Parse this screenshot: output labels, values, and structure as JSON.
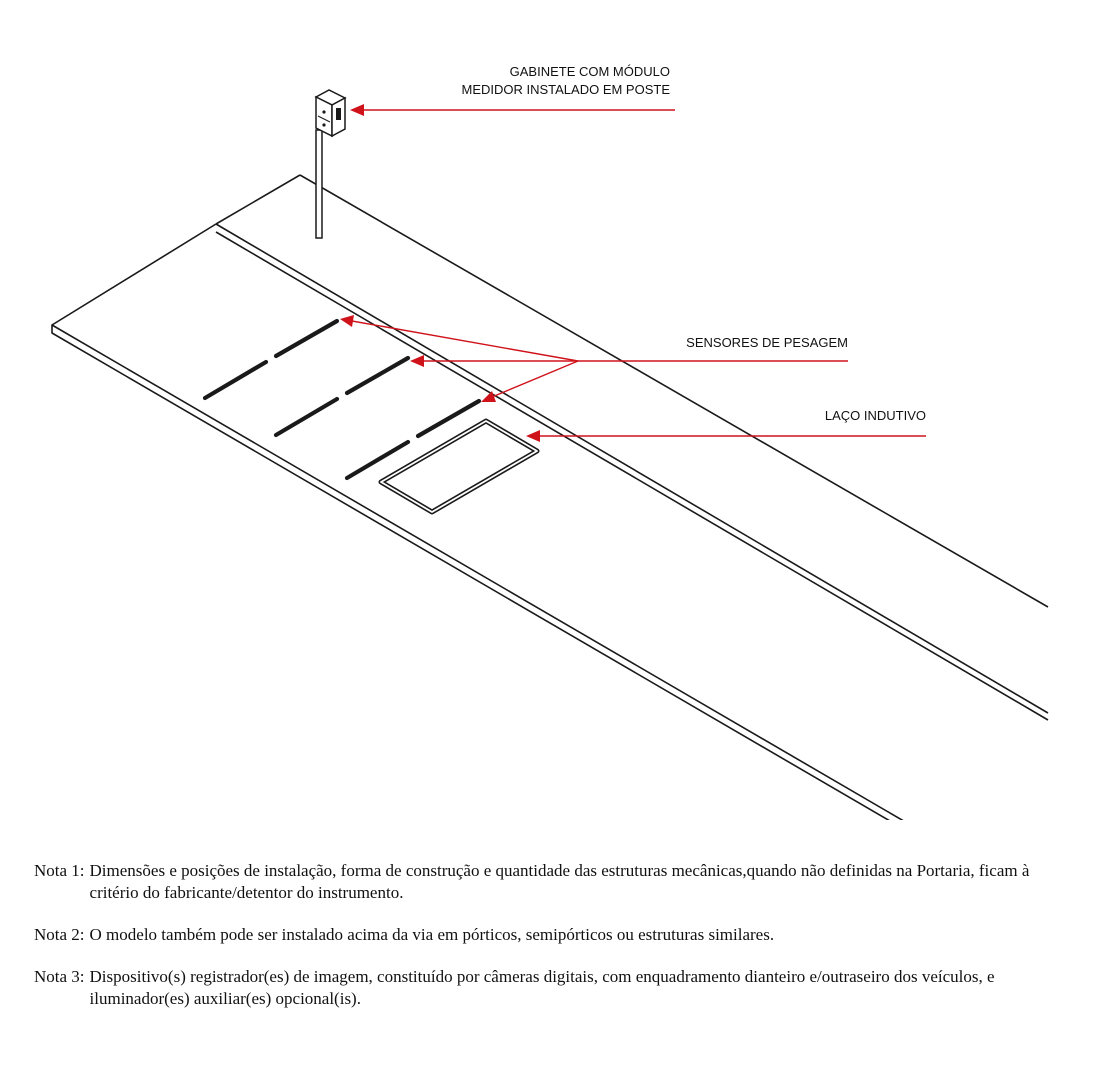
{
  "labels": {
    "cabinet_line1": "GABINETE COM MÓDULO",
    "cabinet_line2": "MEDIDOR INSTALADO EM POSTE",
    "sensors": "SENSORES DE PESAGEM",
    "loop": "LAÇO INDUTIVO"
  },
  "notes": [
    {
      "label": "Nota 1:",
      "text": "Dimensões e posições de instalação, forma de construção e quantidade das estruturas mecânicas,quando não definidas na Portaria, ficam à critério do fabricante/detentor do instrumento."
    },
    {
      "label": "Nota 2:",
      "text": "O modelo também pode ser instalado acima da via em pórticos, semipórticos ou estruturas similares."
    },
    {
      "label": "Nota 3:",
      "text": "Dispositivo(s) registrador(es) de imagem, constituído por câmeras digitais, com enquadramento dianteiro e/outraseiro dos veículos, e iluminador(es) auxiliar(es) opcional(is)."
    }
  ],
  "colors": {
    "leader": "#d0121b",
    "line": "#1a1a1a"
  },
  "icons": {
    "cabinet": "cabinet-box-icon",
    "pole": "pole-icon"
  }
}
